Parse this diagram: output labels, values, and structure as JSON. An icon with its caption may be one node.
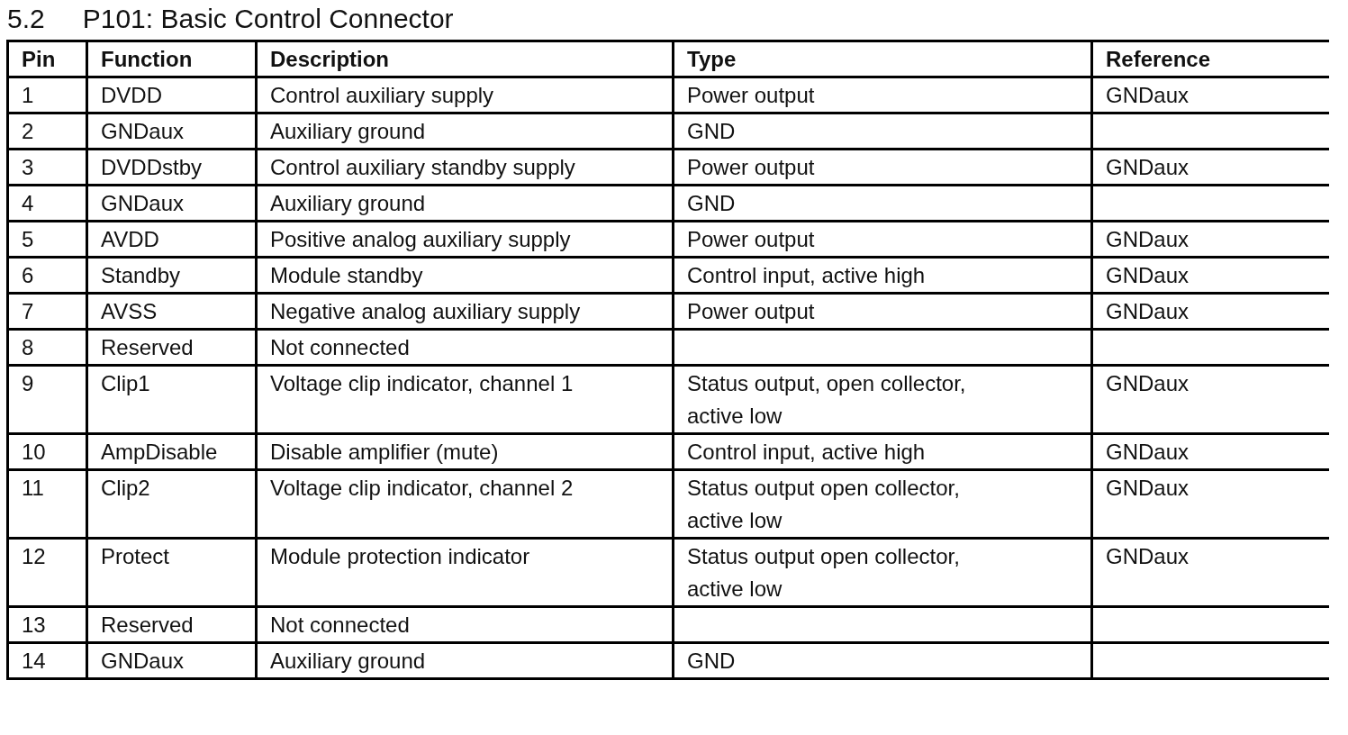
{
  "diagram": {
    "title": "P101: Basic Control Connector",
    "labels": [
      "5.2",
      "Pin",
      "Function",
      "Description",
      "Type",
      "Reference",
      "1",
      "DVDD",
      "Control auxiliary supply",
      "Power output",
      "GNDaux",
      "2",
      "GNDaux",
      "Auxiliary ground",
      "GND",
      "3",
      "DVDDstby",
      "Control auxiliary standby supply",
      "Power output",
      "GNDaux",
      "4",
      "GNDaux",
      "Auxiliary ground",
      "GND",
      "5",
      "AVDD",
      "Positive analog auxiliary supply",
      "Power output",
      "GNDaux",
      "6",
      "Standby",
      "Module standby",
      "Control input, active high",
      "GNDaux",
      "7",
      "AVSS",
      "Negative analog auxiliary supply",
      "Power output",
      "GNDaux",
      "8",
      "Reserved",
      "Not connected",
      "9",
      "Clip1",
      "Voltage clip indicator, channel 1",
      "Status output, open collector, active low",
      "GNDaux",
      "10",
      "AmpDisable",
      "Disable amplifier (mute)",
      "Control input, active high",
      "GNDaux",
      "11",
      "Clip2",
      "Voltage clip indicator, channel 2",
      "Status output open collector, active low",
      "GNDaux",
      "12",
      "Protect",
      "Module protection indicator",
      "Status output open collector, active low",
      "GNDaux",
      "13",
      "Reserved",
      "Not connected",
      "14",
      "GNDaux",
      "Auxiliary ground",
      "GND"
    ]
  }
}
